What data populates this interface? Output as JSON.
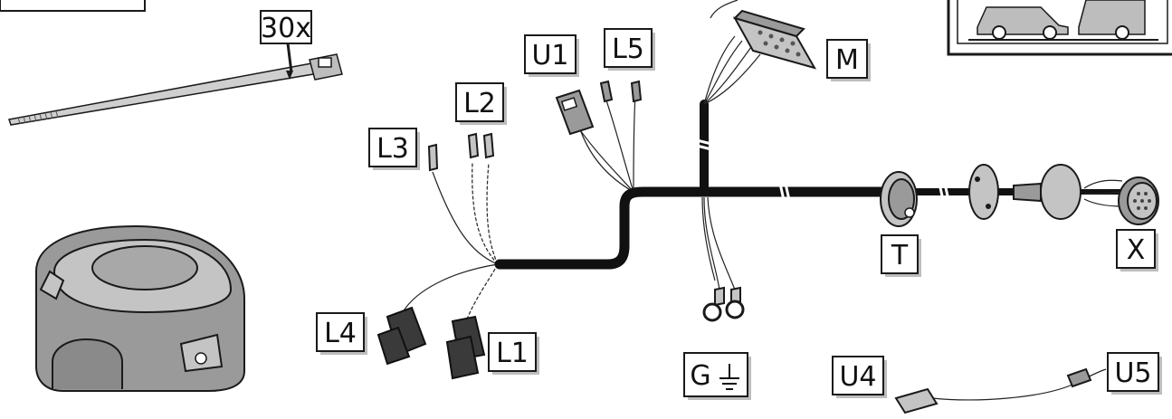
{
  "tie_count": "30x",
  "labels": {
    "U1": "U1",
    "L5": "L5",
    "L2": "L2",
    "L3": "L3",
    "M": "M",
    "T": "T",
    "X": "X",
    "L4": "L4",
    "L1": "L1",
    "G": "G",
    "U4": "U4",
    "U5": "U5"
  },
  "colors": {
    "cable": "#111111",
    "part_grey": "#9a9a9a",
    "label_shadow": "#bdbdbd"
  }
}
